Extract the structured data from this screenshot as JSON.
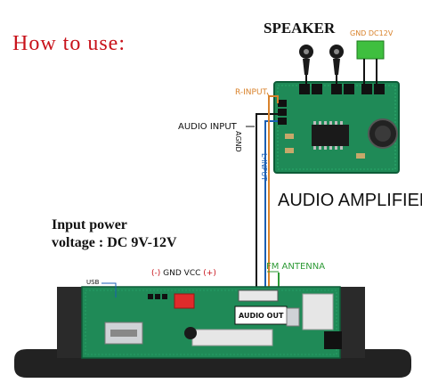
{
  "title": "How to use:",
  "speaker_label": "SPEAKER",
  "power_label": "GND  DC12V",
  "labels": {
    "r_input": "R-INPUT",
    "audio_input": "AUDIO INPUT",
    "agnd": "AGND",
    "l_input": "L-INPUT",
    "audio_amplifier": "AUDIO AMPLIFIER",
    "input_power_line1": "Input power",
    "input_power_line2": "voltage : DC 9V-12V",
    "fm_antenna": "FM ANTENNA",
    "usb": "USB",
    "neg": "(-)",
    "gnd": "GND",
    "vcc": "VCC",
    "pos": "(+)",
    "audio_out": "AUDIO OUT"
  },
  "colors": {
    "title": "#c8121a",
    "board": "#1f8a57",
    "r_wire": "#d9822b",
    "l_wire": "#1a5fb4",
    "fm_wire": "#2e9a36",
    "power_terminal": "#3fbf3f",
    "red_connector": "#e02b2b"
  }
}
